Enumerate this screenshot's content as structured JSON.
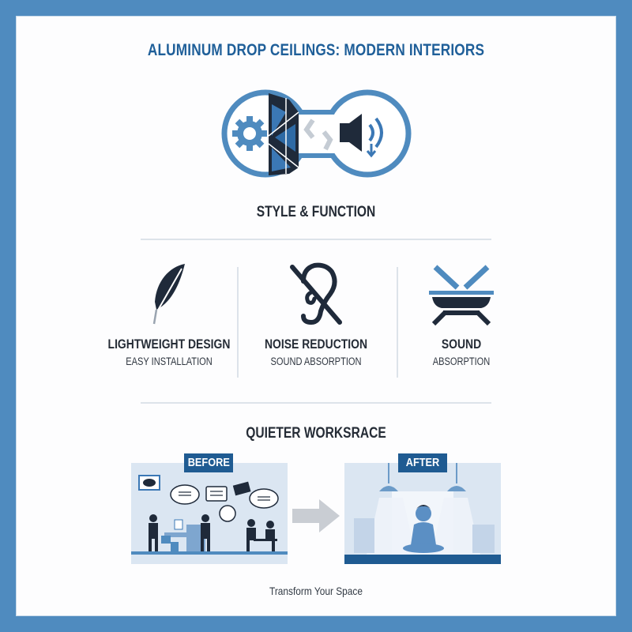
{
  "header": {
    "title": "ALUMINUM DROP CEILINGS: MODERN INTERIORS"
  },
  "hero": {
    "icon_left": "gear-and-ceiling-panel-icon",
    "icon_right": "speaker-sound-reduction-icon"
  },
  "section_1": {
    "title": "STYLE & FUNCTION",
    "features": [
      {
        "icon": "feather-icon",
        "title": "LIGHTWEIGHT DESIGN",
        "subtitle": "EASY INSTALLATION"
      },
      {
        "icon": "ear-muted-icon",
        "title": "NOISE REDUCTION",
        "subtitle": "SOUND ABSORPTION"
      },
      {
        "icon": "sound-absorbing-panel-icon",
        "title": "SOUND",
        "subtitle": "ABSORPTION"
      }
    ]
  },
  "section_2": {
    "title": "QUIETER WORKSRACE",
    "before_label": "BEFORE",
    "after_label": "AFTER",
    "arrow_icon": "right-arrow-icon"
  },
  "footer": {
    "tagline": "Transform Your Space"
  },
  "colors": {
    "frame": "#4f8bbf",
    "accent_blue": "#1f5f99",
    "mid_blue": "#3b78b5",
    "dark": "#252c36",
    "light_panel": "#dbe6f2"
  }
}
